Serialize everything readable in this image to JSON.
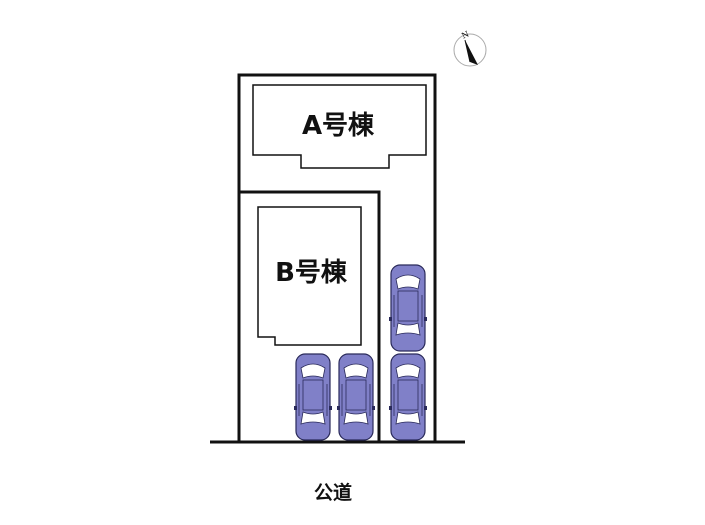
{
  "buildings": [
    {
      "label": "A号棟"
    },
    {
      "label": "B号棟"
    }
  ],
  "road": {
    "label": "公道"
  },
  "compass": {
    "label": "N"
  },
  "parking": {
    "car_count": 4,
    "car_color": "#8080c8"
  },
  "colors": {
    "line": "#111111",
    "car_body": "#8080c8",
    "car_outline": "#2a2a5a"
  }
}
